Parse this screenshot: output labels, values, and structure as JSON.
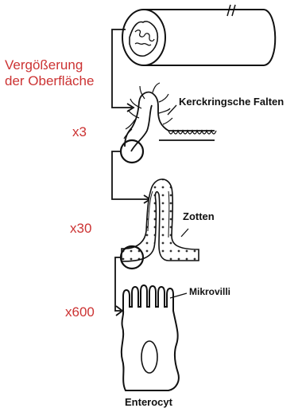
{
  "intro_label_line1": "Vergößerung",
  "intro_label_line2": "der Oberfläche",
  "factors": [
    "x3",
    "x30",
    "x600"
  ],
  "labels": {
    "folds": "Kerckringsche Falten",
    "villi": "Zotten",
    "microvilli": "Mikrovilli",
    "enterocyte": "Enterocyt"
  },
  "colors": {
    "factor_text": "#cc3333",
    "line": "#111111"
  }
}
